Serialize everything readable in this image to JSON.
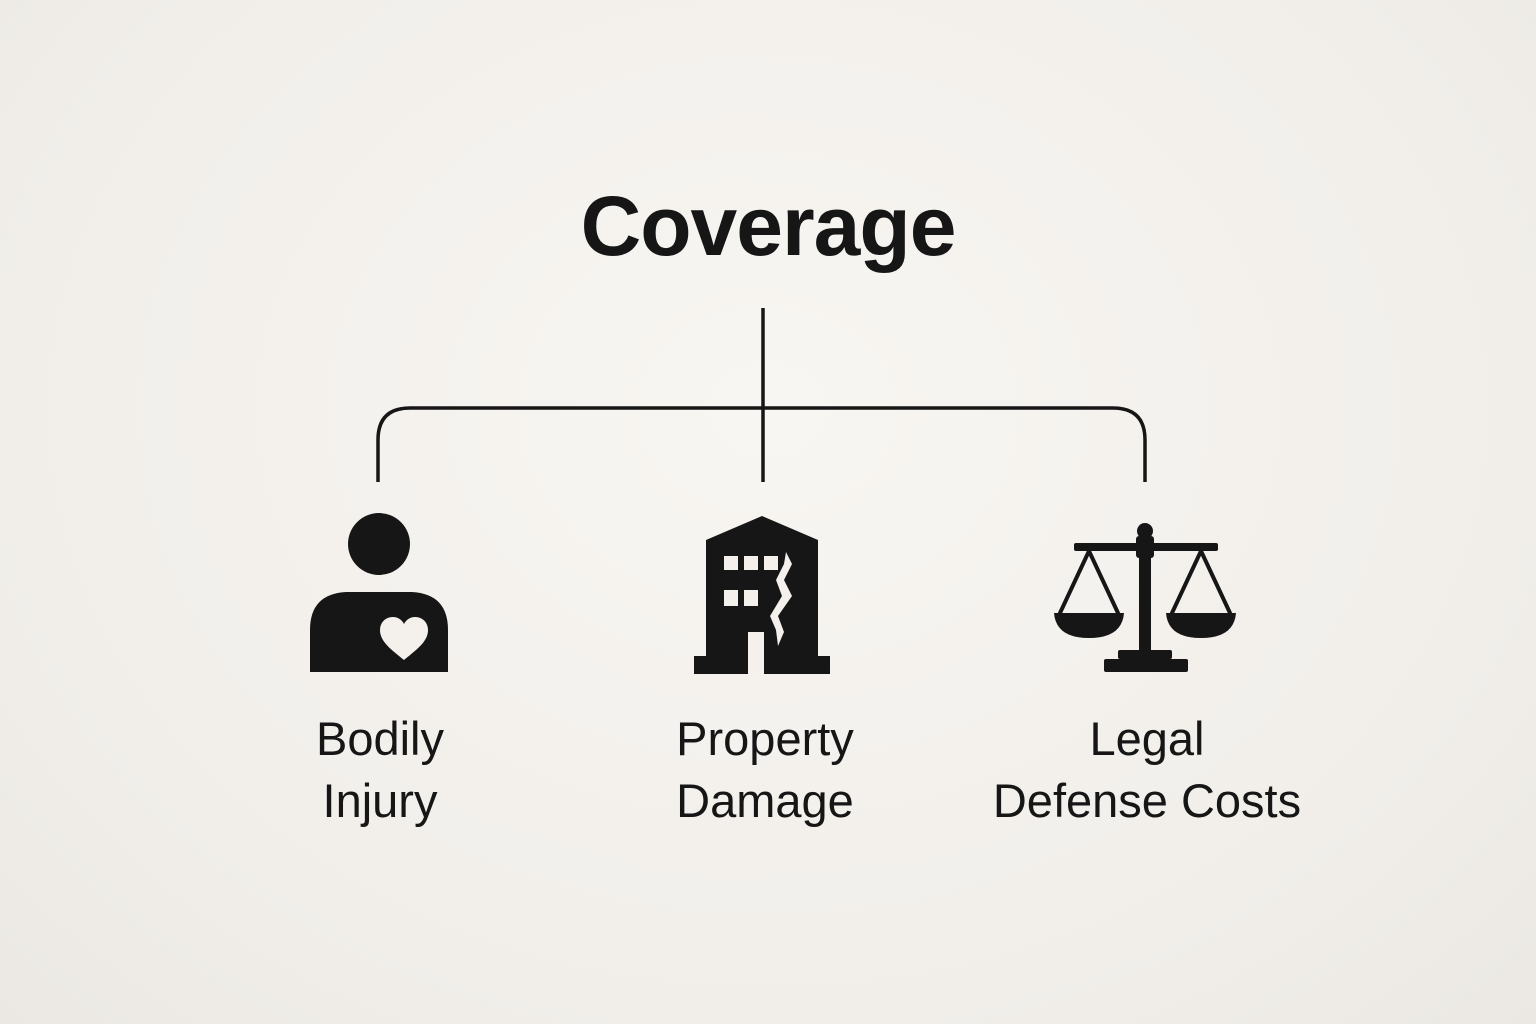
{
  "diagram": {
    "title": "Coverage",
    "items": [
      {
        "line1": "Bodily",
        "line2": "Injury",
        "icon": "person-heart-icon"
      },
      {
        "line1": "Property",
        "line2": "Damage",
        "icon": "damaged-building-icon"
      },
      {
        "line1": "Legal",
        "line2": "Defense Costs",
        "icon": "scales-of-justice-icon"
      }
    ],
    "colors": {
      "ink": "#161616",
      "background": "#f4f1ed"
    }
  }
}
